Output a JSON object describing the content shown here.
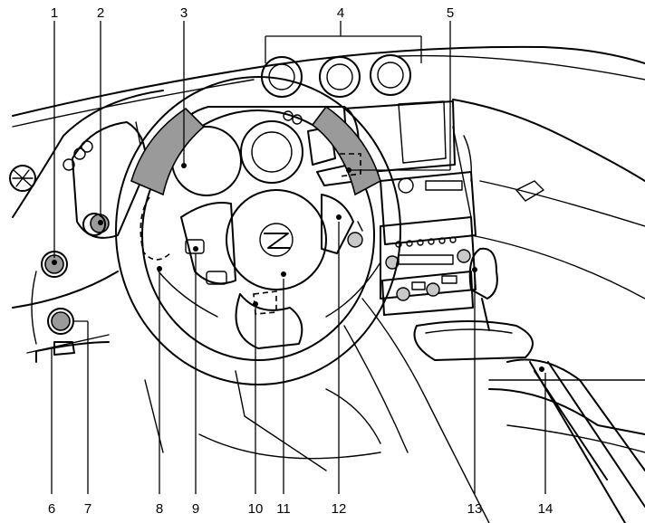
{
  "callouts": {
    "c1": "1",
    "c2": "2",
    "c3": "3",
    "c4": "4",
    "c5": "5",
    "c6": "6",
    "c7": "7",
    "c8": "8",
    "c9": "9",
    "c10": "10",
    "c11": "11",
    "c12": "12",
    "c13": "13",
    "c14": "14"
  },
  "colors": {
    "line": "#000000",
    "shade": "#9a9a9a",
    "light_shade": "#c8c8c8",
    "background": "#ffffff"
  },
  "icons": {
    "steering_badge": "z-logo"
  }
}
